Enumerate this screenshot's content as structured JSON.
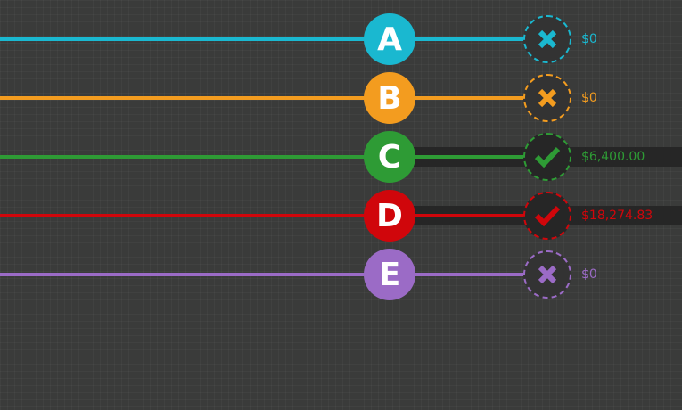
{
  "lines": [
    {
      "letter": "A",
      "status": "x",
      "value": "$0",
      "color": "#1ab8d0",
      "won": false
    },
    {
      "letter": "B",
      "status": "x",
      "value": "$0",
      "color": "#f39c1f",
      "won": false
    },
    {
      "letter": "C",
      "status": "check",
      "value": "$6,400.00",
      "color": "#2e9b35",
      "won": true
    },
    {
      "letter": "D",
      "status": "check",
      "value": "$18,274.83",
      "color": "#d0060b",
      "won": true
    },
    {
      "letter": "E",
      "status": "x",
      "value": "$0",
      "color": "#9b6bc6",
      "won": false
    }
  ]
}
